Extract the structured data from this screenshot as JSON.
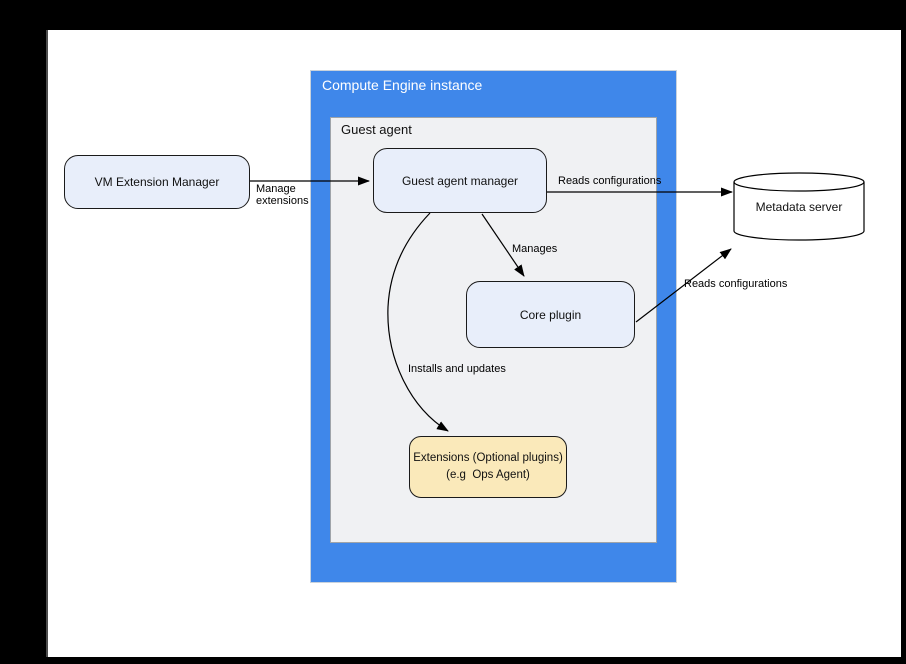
{
  "containers": {
    "compute": "Compute Engine instance",
    "guest": "Guest agent"
  },
  "nodes": {
    "vm_extension_manager": "VM Extension Manager",
    "guest_agent_manager": "Guest agent manager",
    "core_plugin": "Core plugin",
    "extensions_line1": "Extensions (Optional plugins)",
    "extensions_line2": "(e.g  Ops Agent)",
    "metadata_server": "Metadata server"
  },
  "edges": {
    "manage_extensions": "Manage\nextensions",
    "reads_configurations_top": "Reads configurations",
    "manages": "Manages",
    "installs_and_updates": "Installs and updates",
    "reads_configurations_bottom": "Reads configurations"
  },
  "colors": {
    "container_blue": "#3f87ea",
    "container_gray_fill": "#f0f1f3",
    "node_blue_fill": "#e8eefa",
    "node_yellow_fill": "#fae9ba",
    "stroke": "#000000",
    "title_text": "#ffffff"
  }
}
